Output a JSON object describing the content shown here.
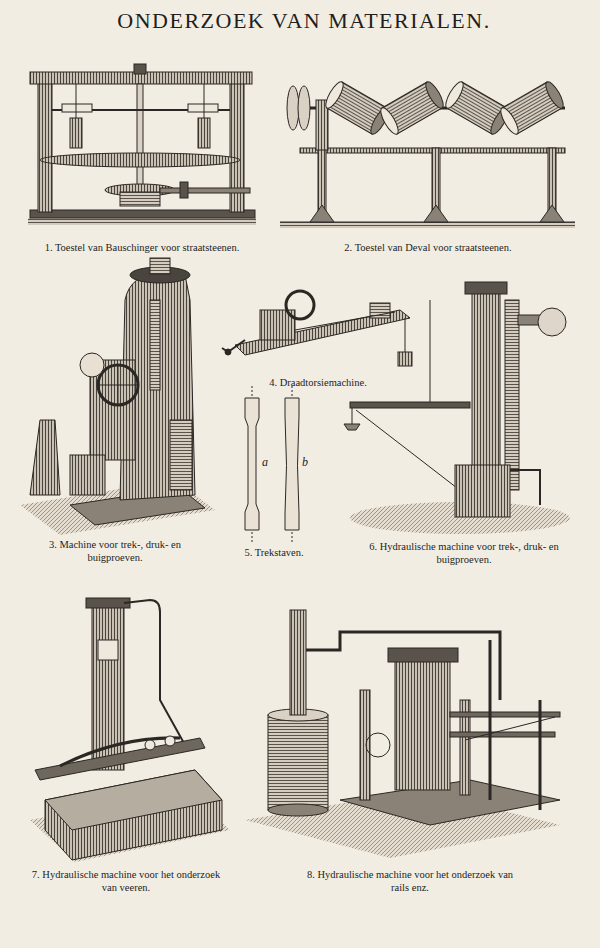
{
  "diagram": {
    "title": "ONDERZOEK VAN MATERIALEN.",
    "labels": [
      "1. Toestel van Bauschinger voor straatsteenen.",
      "2. Toestel van Deval voor straatsteenen.",
      "4. Draadtorsiemachine.",
      "a",
      "b",
      "3. Machine voor trek-, druk- en buigproeven.",
      "5. Trekstaven.",
      "6. Hydraulische machine voor trek-, druk- en buigproeven.",
      "7. Hydraulische machine voor het onderzoek van veeren.",
      "8. Hydraulische machine voor het onderzoek van rails enz."
    ]
  }
}
